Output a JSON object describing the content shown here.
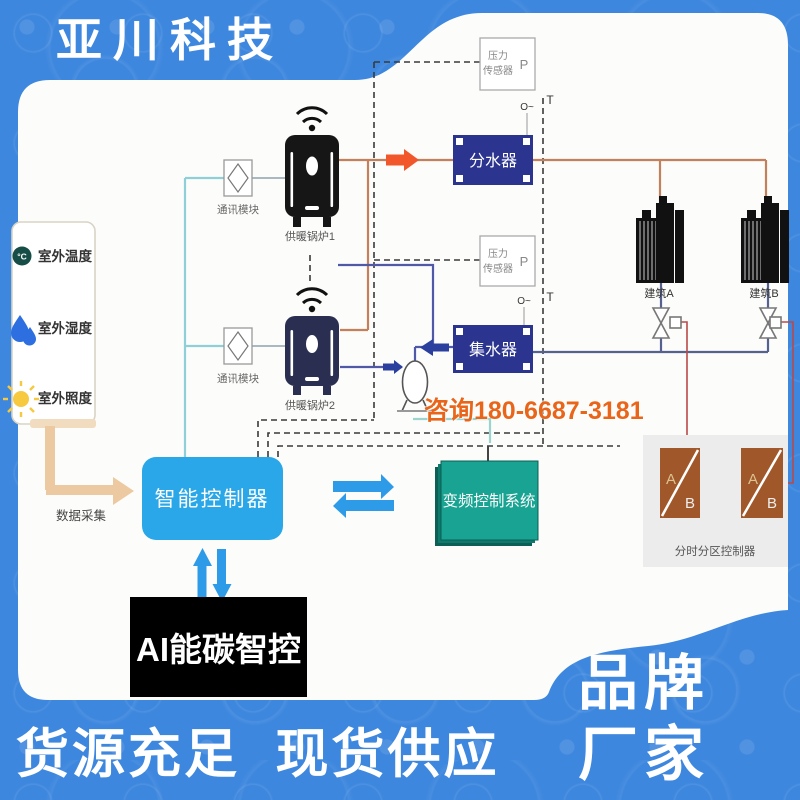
{
  "brand": {
    "title": "亚川科技"
  },
  "headline": {
    "supply": "货源充足  现货供应",
    "brand_line1": "品牌",
    "brand_line2": "厂家"
  },
  "contact": {
    "phone": "咨询180-6687-3181"
  },
  "badge": {
    "label": "AI能碳智控"
  },
  "env_panel": {
    "items": [
      {
        "icon": "temperature-icon",
        "label": "室外温度"
      },
      {
        "icon": "humidity-icon",
        "label": "室外湿度"
      },
      {
        "icon": "illuminance-icon",
        "label": "室外照度"
      }
    ],
    "collect": "数据采集"
  },
  "diagram": {
    "controller": "智能控制器",
    "vfd": "变频控制系统",
    "comm_module": "通讯模块",
    "boiler1": "供暖锅炉1",
    "boiler2": "供暖锅炉2",
    "pressure_sensor": {
      "line1": "压力",
      "line2": "传感器",
      "symbol": "P"
    },
    "distributor": "分水器",
    "collector": "集水器",
    "building_a": "建筑A",
    "building_b": "建筑B",
    "zone_controller": "分时分区控制器",
    "zone_a": "A",
    "zone_b": "B",
    "tag_flow": "O~",
    "tag_temp": "T"
  },
  "colors": {
    "background": "#3d87de",
    "controller": "#29a7e8",
    "vfd": "#18a392",
    "tank": "#2b3590",
    "zone_box": "#a0572a",
    "supply_arrow": "#f2572b",
    "phone": "#e8651a"
  }
}
